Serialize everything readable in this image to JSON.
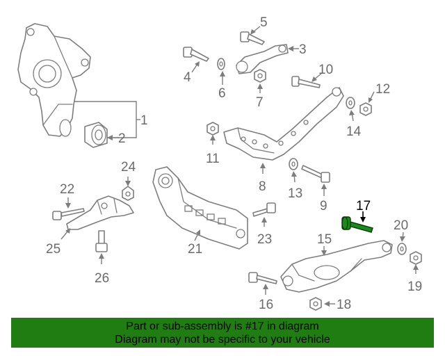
{
  "callouts": {
    "c1": "1",
    "c2": "2",
    "c3": "3",
    "c4": "4",
    "c5": "5",
    "c6": "6",
    "c7": "7",
    "c8": "8",
    "c9": "9",
    "c10": "10",
    "c11": "11",
    "c12": "12",
    "c13": "13",
    "c14": "14",
    "c15": "15",
    "c16": "16",
    "c17": "17",
    "c18": "18",
    "c19": "19",
    "c20": "20",
    "c21": "21",
    "c22": "22",
    "c23": "23",
    "c24": "24",
    "c25": "25",
    "c26": "26"
  },
  "highlighted_callout": "17",
  "colors": {
    "highlight_part": "#1a8a1a",
    "banner_background": "#1f7d12",
    "line_art": "#7d7d7d"
  },
  "banner": {
    "line1": "Part or sub-assembly is #17 in diagram",
    "line2": "Diagram may not be specific to your vehicle"
  }
}
